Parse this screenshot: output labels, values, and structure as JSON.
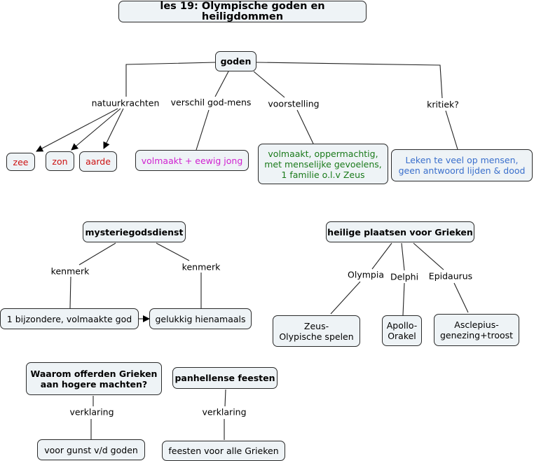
{
  "title": "les 19: Olympische goden en heiligdommen",
  "colors": {
    "node_fill": "#eef3f6",
    "red": "#cc1111",
    "magenta": "#d021d0",
    "green": "#1a7a1a",
    "blue": "#3a6fcc"
  },
  "goden": {
    "concept": "goden",
    "links": {
      "natuurkrachten": "natuurkrachten",
      "verschil": "verschil god-mens",
      "voorstelling": "voorstelling",
      "kritiek": "kritiek?"
    },
    "natuur_nodes": [
      "zee",
      "zon",
      "aarde"
    ],
    "verschil_node": "volmaakt + eewig jong",
    "voorstelling_node": "volmaakt, oppermachtig,\nmet menselijke gevoelens,\n1 familie o.l.v Zeus",
    "kritiek_node": "Leken te veel op mensen,\ngeen antwoord lijden & dood"
  },
  "mysterie": {
    "concept": "mysteriegodsdienst",
    "link_left": "kenmerk",
    "link_right": "kenmerk",
    "node_left": "1 bijzondere, volmaakte god",
    "node_right": "gelukkig hienamaals"
  },
  "plaatsen": {
    "concept": "heilige plaatsen voor Grieken",
    "links": [
      "Olympia",
      "Delphi",
      "Epidaurus"
    ],
    "nodes": [
      "Zeus-\nOlypische spelen",
      "Apollo-\nOrakel",
      "Asclepius-\ngenezing+troost"
    ]
  },
  "offer": {
    "concept": "Waarom offerden Grieken\naan hogere machten?",
    "link": "verklaring",
    "node": "voor gunst v/d goden"
  },
  "feesten": {
    "concept": "panhellense feesten",
    "link": "verklaring",
    "node": "feesten voor alle Grieken"
  }
}
